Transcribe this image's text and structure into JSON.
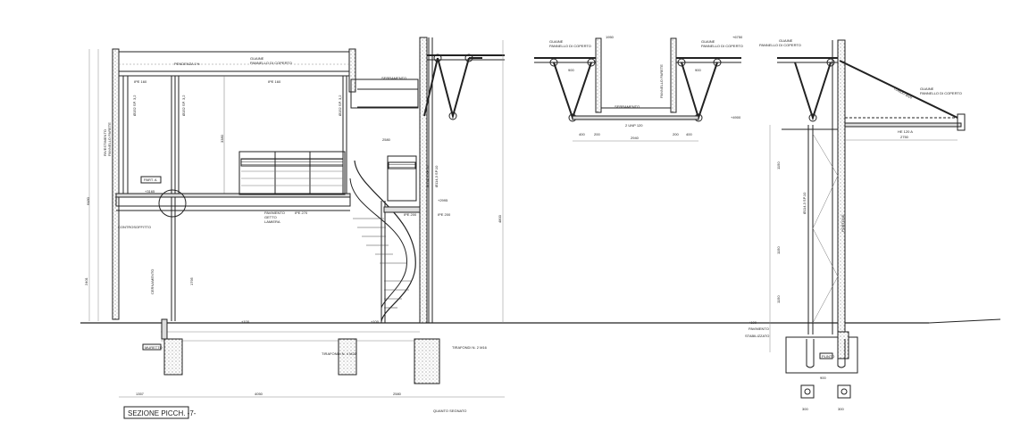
{
  "title": "SEZIONE PICCH. -7-",
  "labels": {
    "guaine": "GUAINE",
    "pannello_coperto": "PANNELLO DI COPERTO",
    "pendenza": "PENDENZA 1%",
    "ipe160": "IPE 160",
    "ipe270": "IPE 270",
    "ipe200": "IPE 200",
    "serramento": "SERRAMENTO",
    "rivestimento": "RIVESTIMENTO",
    "pannello_parete": "PANNELLO PARETE",
    "part_a": "PART. A",
    "pavimento": "PAVIMENTO",
    "getto": "GETTO",
    "lamiera": "LAMIERA",
    "controsoffitto": "CONTROSOFFITTO",
    "tubo": "Ø152 SP. 3,2",
    "tubo114": "Ø114,3 SP.10",
    "cernamento": "CERNAMENTO",
    "muretto": "MURETTO",
    "trafondi_1": "TIRAFONDI N. 4 M22",
    "trafondi_2": "TIRAFONDI N. 2 M16",
    "quanto_segnato": "QUANTO SEGNATO",
    "unp": "2 UNP 120",
    "he": "HE 120 A",
    "tondo": "TONDO Ø20",
    "stabilizzato": "STABILIZZATO",
    "plinto": "PLINTO",
    "pannello_parete_mid": "PANNELLO PARETE",
    "portone": "PORTONE"
  },
  "levels": {
    "l1": "+3165",
    "l2": "+2995",
    "l3": "+4900",
    "l4": "+100",
    "l5": "+100",
    "l6": "+100",
    "l7": "+6750"
  },
  "dims": {
    "d1357": "1357",
    "d4050": "4050",
    "d2580": "2580",
    "d2940": "2940",
    "d2750": "2750",
    "d1950": "1950",
    "d2580b": "2580",
    "d400a": "400",
    "d200a": "200",
    "d200b": "200",
    "d400b": "400",
    "d900a": "900",
    "d900b": "900",
    "d4800": "4800",
    "d3380": "3380",
    "d2401": "2401",
    "d1795": "1795",
    "d1150a": "1150",
    "d1150b": "1150",
    "d1150c": "1150",
    "d6480": "6480",
    "d300a": "300",
    "d300b": "300",
    "d900c": "900"
  }
}
